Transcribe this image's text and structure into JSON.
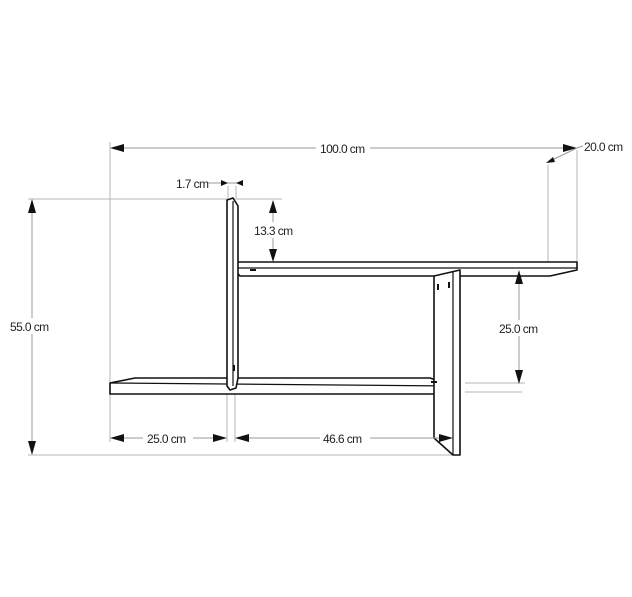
{
  "diagram": {
    "type": "technical-dimension-drawing",
    "subject": "wall shelf",
    "colors": {
      "outline": "#111111",
      "dimension_line": "#9a9a9a",
      "background": "#ffffff"
    },
    "dimensions": {
      "total_width": "100.0 cm",
      "depth": "20.0 cm",
      "panel_thickness": "1.7 cm",
      "top_offset": "13.3 cm",
      "total_height": "55.0 cm",
      "shelf_spacing": "25.0 cm",
      "left_overhang": "25.0 cm",
      "middle_span": "46.6 cm"
    }
  }
}
